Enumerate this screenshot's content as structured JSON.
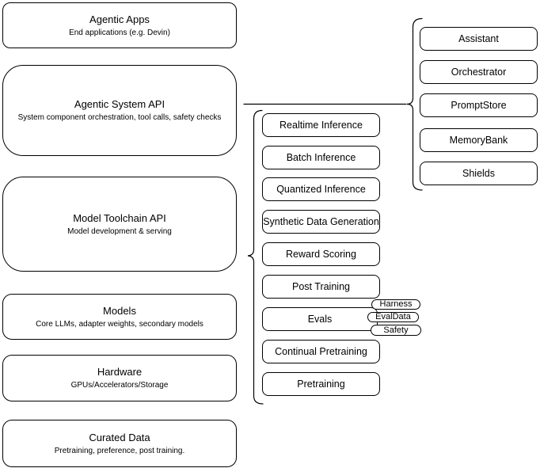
{
  "colors": {
    "stroke": "#000000",
    "fill": "#ffffff",
    "background": "#ffffff",
    "text": "#000000"
  },
  "stack_layers": [
    {
      "title": "Agentic Apps",
      "subtitle": "End applications (e.g. Devin)"
    },
    {
      "title": "Agentic System API",
      "subtitle": "System component orchestration, tool calls, safety checks"
    },
    {
      "title": "Model Toolchain API",
      "subtitle": "Model development & serving"
    },
    {
      "title": "Models",
      "subtitle": "Core LLMs, adapter weights, secondary models"
    },
    {
      "title": "Hardware",
      "subtitle": "GPUs/Accelerators/Storage"
    },
    {
      "title": "Curated Data",
      "subtitle": "Pretraining, preference, post training."
    }
  ],
  "toolchain_capabilities": [
    "Realtime Inference",
    "Batch Inference",
    "Quantized Inference",
    "Synthetic Data Generation",
    "Reward Scoring",
    "Post Training",
    "Evals",
    "Continual Pretraining",
    "Pretraining"
  ],
  "eval_tags": [
    "Harness",
    "EvalData",
    "Safety"
  ],
  "system_components": [
    "Assistant",
    "Orchestrator",
    "PromptStore",
    "MemoryBank",
    "Shields"
  ]
}
